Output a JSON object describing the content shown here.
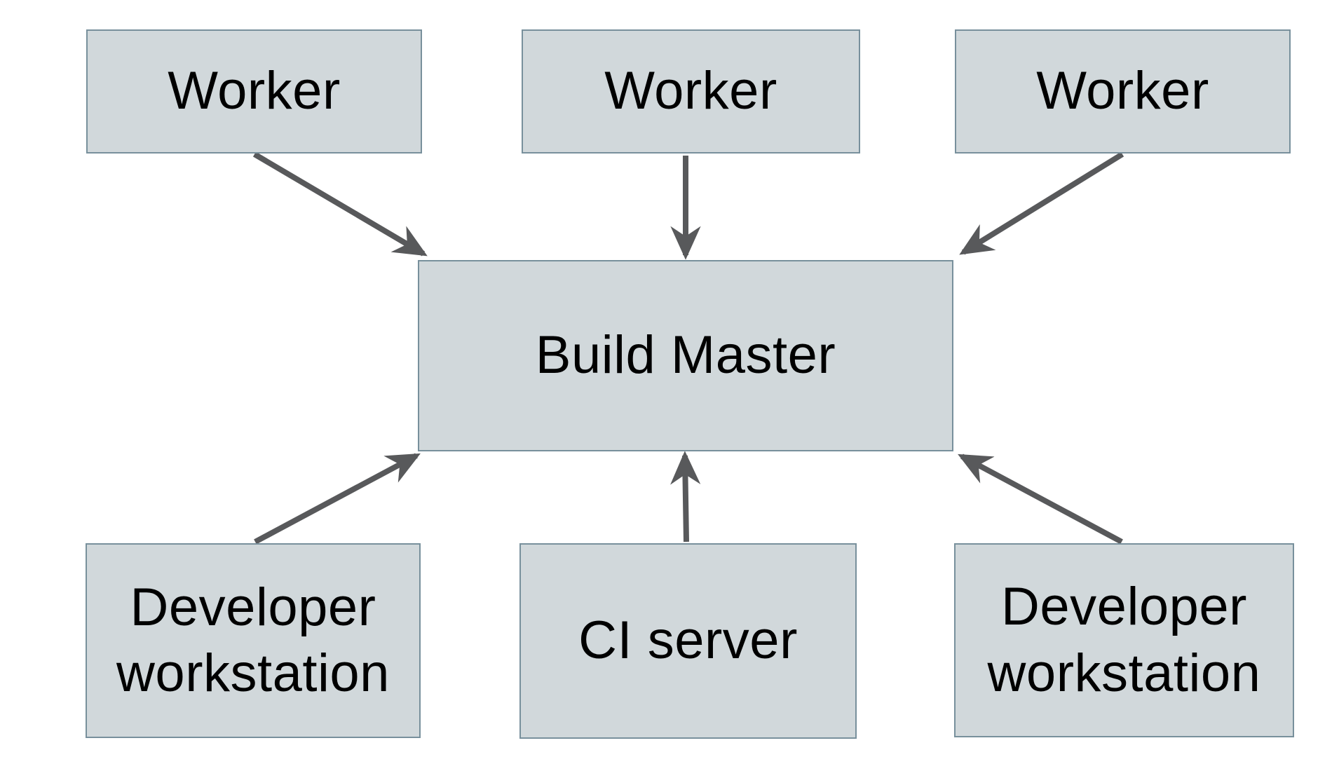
{
  "diagram": {
    "background": "#ffffff",
    "colors": {
      "node_fill": "#d1d8db",
      "node_border": "#78909c",
      "arrow": "#58595b",
      "label_text": "#000000"
    },
    "nodes": [
      {
        "id": "worker-1",
        "label": "Worker"
      },
      {
        "id": "worker-2",
        "label": "Worker"
      },
      {
        "id": "worker-3",
        "label": "Worker"
      },
      {
        "id": "build-master",
        "label": "Build Master"
      },
      {
        "id": "developer-workstation-left",
        "label": "Developer workstation"
      },
      {
        "id": "ci-server",
        "label": "CI server"
      },
      {
        "id": "developer-workstation-right",
        "label": "Developer workstation"
      }
    ],
    "edges": [
      {
        "from": "worker-1",
        "to": "build-master"
      },
      {
        "from": "worker-2",
        "to": "build-master"
      },
      {
        "from": "worker-3",
        "to": "build-master"
      },
      {
        "from": "developer-workstation-left",
        "to": "build-master"
      },
      {
        "from": "ci-server",
        "to": "build-master"
      },
      {
        "from": "developer-workstation-right",
        "to": "build-master"
      }
    ]
  }
}
